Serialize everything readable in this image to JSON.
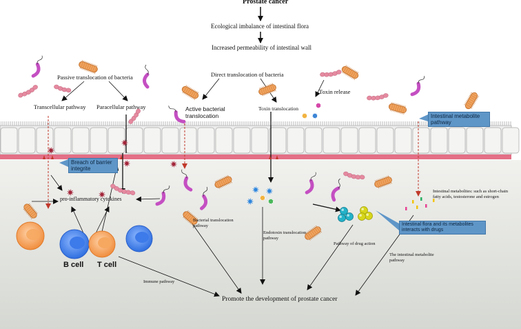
{
  "flow": {
    "top": "Prostate cancer",
    "imbalance": "Ecological imbalance of intestinal flora",
    "permeability": "Increased permeability of intestinal wall"
  },
  "translocation": {
    "passive": "Passive translocation of bacteria",
    "transcellular": "Transcellular pathway",
    "paracellular": "Paracellular pathway",
    "direct": "Direct translocation of bacteria",
    "active": "Active bacterial translocation",
    "toxin_translocation": "Toxin translocation",
    "toxin_release": "Toxin release"
  },
  "callouts": {
    "metabolite_pathway": "Intestinal metabolite pathway",
    "barrier_breach": "Breach of barrier integrite",
    "flora_drugs": "Intestinal flora and its metabolites interacts with drugs"
  },
  "labels": {
    "cytokines": "pro-inflammatory cytokines",
    "metabolites": "Intestinal metabolites: such as short-chain fatty acids, testosterone and estrogen",
    "bacterial_pathway": "Bacterial translocation pathway",
    "endotoxin_pathway": "Endotoxin translocation pathway",
    "drug_action": "Pathway of drug action",
    "metabolite_path": "The intestinal metabolite pathway",
    "immune_pathway": "Immune pathway",
    "b_cell": "B cell",
    "t_cell": "T cell",
    "outcome": "Promote the development of prostate cancer"
  },
  "colors": {
    "epithelium": "#ececec",
    "basement": "#e36f86",
    "bacilli": "#e8954c",
    "curved_bacteria": "#c44fc2",
    "chain_bacteria": "#e58aa0",
    "callout": "#5f96c8",
    "b_cell": "#3c7ee8",
    "t_cell": "#f3a15c"
  }
}
